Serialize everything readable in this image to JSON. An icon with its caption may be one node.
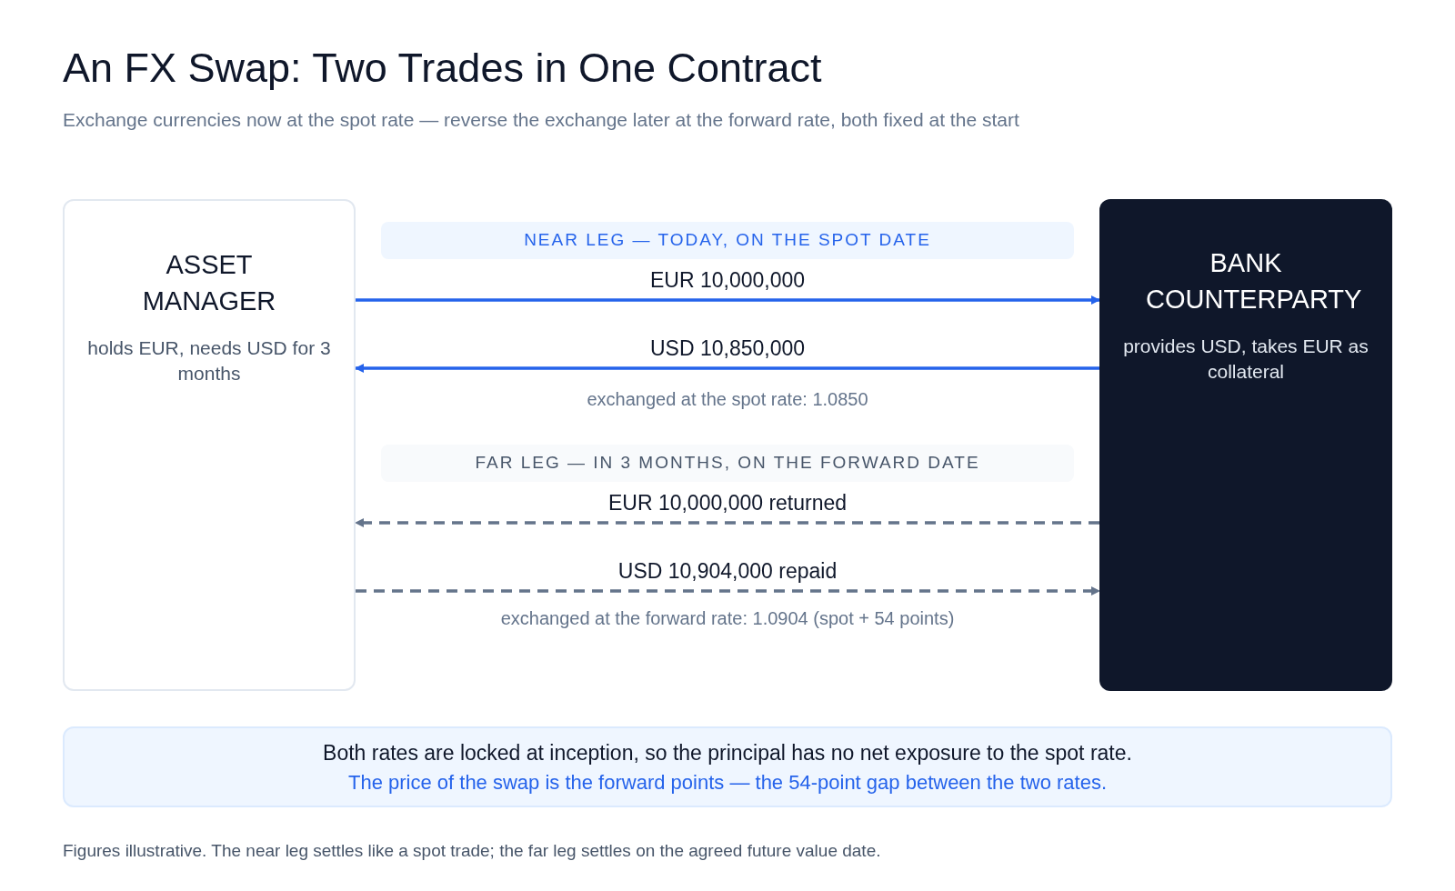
{
  "diagram": {
    "title": "An FX Swap: Two Trades in One Contract",
    "caption": "Figures illustrative. The near leg settles like a spot trade; the far leg settles on the agreed future value date.",
    "nodes": [
      {
        "text": [
          "ASSET MANAGER",
          "holds EUR, needs USD for 3 months"
        ]
      },
      {
        "text": [
          "BANK COUNTERPARTY",
          "provides USD, takes EUR as collateral"
        ]
      },
      {
        "text": [
          "Both rates are locked at inception, so the principal has no net exposure to the spot rate.",
          "The price of the swap is the forward points — the 54-point gap between the two rates."
        ]
      }
    ],
    "edges": [
      {
        "from": 0,
        "to": 1,
        "arrow": "to",
        "label": "EUR 10,000,000"
      },
      {
        "from": 1,
        "to": 0,
        "arrow": "to",
        "label": "USD 10,850,000"
      },
      {
        "from": 1,
        "to": 0,
        "arrow": "to",
        "label": "EUR 10,000,000 returned",
        "style": "dashed",
        "color": "#64748b"
      },
      {
        "from": 0,
        "to": 1,
        "arrow": "to",
        "label": "USD 10,904,000 repaid",
        "style": "dashed",
        "color": "#64748b"
      }
    ],
    "labels": [
      "Exchange currencies now at the spot rate — reverse the exchange later at the forward rate, both fixed at the start",
      "NEAR LEG — TODAY, ON THE SPOT DATE",
      "exchanged at the spot rate: 1.0850",
      "FAR LEG — IN 3 MONTHS, ON THE FORWARD DATE",
      "exchanged at the forward rate: 1.0904 (spot + 54 points)"
    ]
  }
}
